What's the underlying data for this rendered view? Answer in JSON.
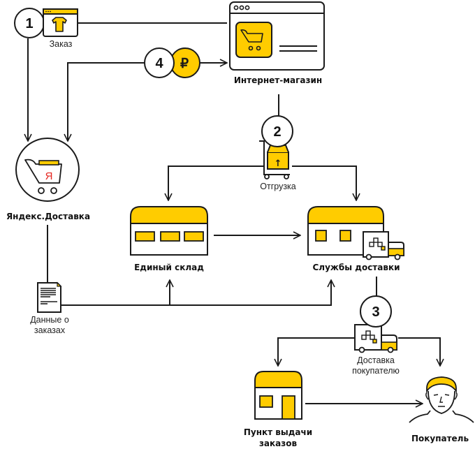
{
  "colors": {
    "accent": "#FFCC00",
    "stroke": "#1a1a1a",
    "brand_red": "#E52620"
  },
  "steps": {
    "s1": "1",
    "s2": "2",
    "s3": "3",
    "s4": "4"
  },
  "icons": {
    "ruble": "₽",
    "yandex": "Я",
    "box_arrow": "↑"
  },
  "nodes": {
    "order": "Заказ",
    "shop": "Интернет-магазин",
    "yandex_delivery": "Яндекс.Доставка",
    "shipment": "Отгрузка",
    "warehouse": "Единый склад",
    "delivery_services": "Службы доставки",
    "order_data_line1": "Данные о",
    "order_data_line2": "заказах",
    "customer_delivery_line1": "Доставка",
    "customer_delivery_line2": "покупателю",
    "pickup_line1": "Пункт выдачи",
    "pickup_line2": "заказов",
    "customer": "Покупатель"
  }
}
